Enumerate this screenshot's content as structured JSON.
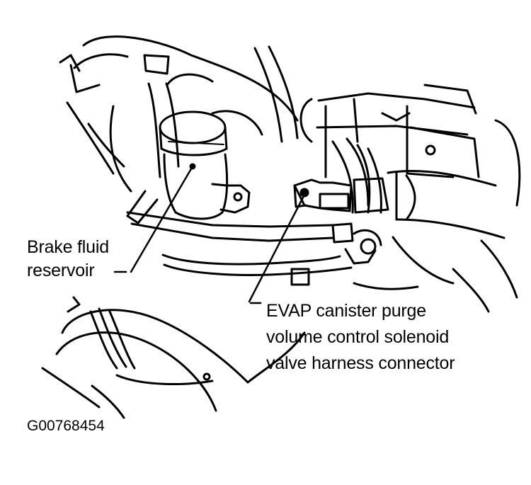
{
  "labels": {
    "brake_fluid_reservoir": [
      "Brake fluid",
      "reservoir"
    ],
    "evap_connector": [
      "EVAP canister purge",
      "volume control solenoid",
      "valve harness connector"
    ]
  },
  "figure_id": "G00768454",
  "colors": {
    "ink": "#000000",
    "paper": "#ffffff"
  }
}
